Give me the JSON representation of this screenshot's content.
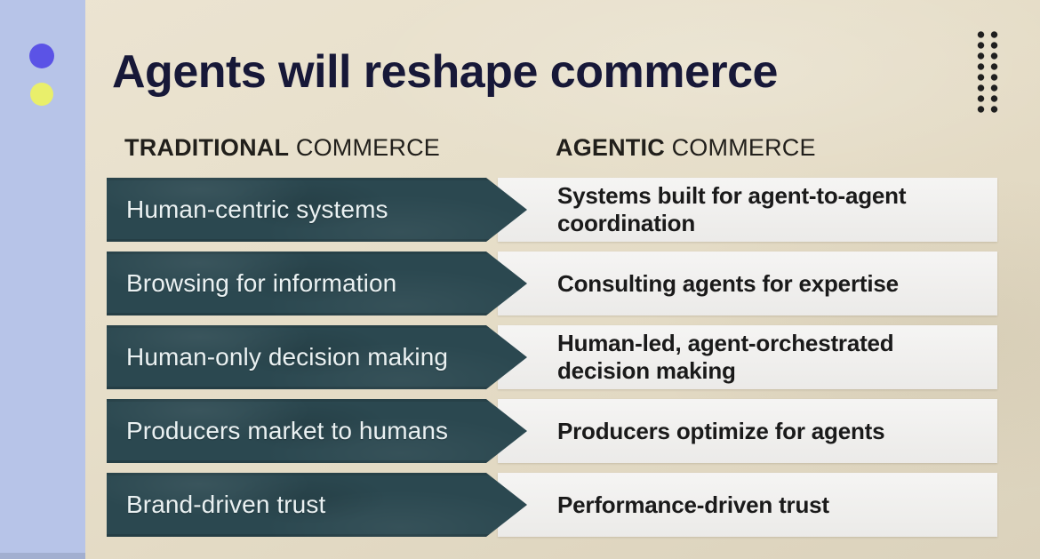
{
  "slide": {
    "title": "Agents will reshape commerce"
  },
  "headers": {
    "traditional": {
      "emphasis": "TRADITIONAL",
      "rest": " COMMERCE"
    },
    "agentic": {
      "emphasis": "AGENTIC",
      "rest": " COMMERCE"
    }
  },
  "rows": [
    {
      "traditional": "Human-centric systems",
      "agentic": "Systems built for agent-to-agent coordination"
    },
    {
      "traditional": "Browsing for information",
      "agentic": "Consulting agents for expertise"
    },
    {
      "traditional": "Human-only decision making",
      "agentic": "Human-led, agent-orchestrated decision making"
    },
    {
      "traditional": "Producers market to humans",
      "agentic": "Producers optimize for agents"
    },
    {
      "traditional": "Brand-driven trust",
      "agentic": "Performance-driven trust"
    }
  ],
  "colors": {
    "background": "#e7dfca",
    "sidebar": "#b7c4e8",
    "sidebar_bottom_edge": "#a2afd0",
    "accent_dot_top": "#5b53e6",
    "accent_dot_bottom": "#e9ef6b",
    "title_text": "#171838",
    "arrow_fill": "#2b4850",
    "arrow_text": "#eaf1f2",
    "panel_fill": "#f0efed",
    "panel_text": "#1a1a1a",
    "dot_grid": "#1f1f1f"
  }
}
